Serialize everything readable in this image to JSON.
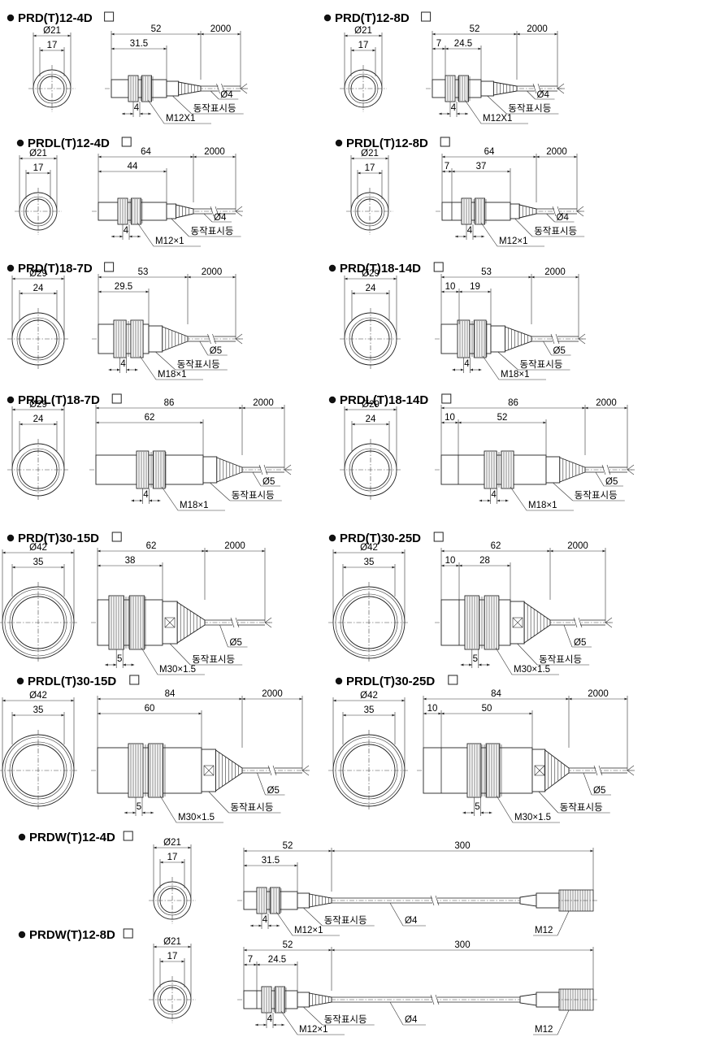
{
  "sections": [
    {
      "title": "PRD(T)12-4D",
      "circle": {
        "outer": "Ø21",
        "inner": "17"
      },
      "dims": {
        "total": "52",
        "body": "31.5",
        "cable": "2000"
      },
      "notes": {
        "dia": "Ø4",
        "led": "동작표시등",
        "thread": "M12X1",
        "nut": "4"
      }
    },
    {
      "title": "PRD(T)12-8D",
      "circle": {
        "outer": "Ø21",
        "inner": "17"
      },
      "dims": {
        "total": "52",
        "body": "24.5",
        "off": "7",
        "cable": "2000"
      },
      "notes": {
        "dia": "Ø4",
        "led": "동작표시등",
        "thread": "M12X1",
        "nut": "4"
      }
    },
    {
      "title": "PRDL(T)12-4D",
      "circle": {
        "outer": "Ø21",
        "inner": "17"
      },
      "dims": {
        "total": "64",
        "body": "44",
        "cable": "2000"
      },
      "notes": {
        "dia": "Ø4",
        "led": "동작표시등",
        "thread": "M12×1",
        "nut": "4"
      }
    },
    {
      "title": "PRDL(T)12-8D",
      "circle": {
        "outer": "Ø21",
        "inner": "17"
      },
      "dims": {
        "total": "64",
        "body": "37",
        "off": "7",
        "cable": "2000"
      },
      "notes": {
        "dia": "Ø4",
        "led": "동작표시등",
        "thread": "M12×1",
        "nut": "4"
      }
    },
    {
      "title": "PRD(T)18-7D",
      "circle": {
        "outer": "Ø29",
        "inner": "24"
      },
      "dims": {
        "total": "53",
        "body": "29.5",
        "cable": "2000"
      },
      "notes": {
        "dia": "Ø5",
        "led": "동작표시등",
        "thread": "M18×1",
        "nut": "4"
      }
    },
    {
      "title": "PRD(T)18-14D",
      "circle": {
        "outer": "Ø29",
        "inner": "24"
      },
      "dims": {
        "total": "53",
        "body": "19",
        "off": "10",
        "cable": "2000"
      },
      "notes": {
        "dia": "Ø5",
        "led": "동작표시등",
        "thread": "M18×1",
        "nut": "4"
      }
    },
    {
      "title": "PRDL(T)18-7D",
      "circle": {
        "outer": "Ø29",
        "inner": "24"
      },
      "dims": {
        "total": "86",
        "body": "62",
        "cable": "2000"
      },
      "notes": {
        "dia": "Ø5",
        "led": "동작표시등",
        "thread": "M18×1",
        "nut": "4"
      }
    },
    {
      "title": "PRDL(T)18-14D",
      "circle": {
        "outer": "Ø29",
        "inner": "24"
      },
      "dims": {
        "total": "86",
        "body": "52",
        "off": "10",
        "cable": "2000"
      },
      "notes": {
        "dia": "Ø5",
        "led": "동작표시등",
        "thread": "M18×1",
        "nut": "4"
      }
    },
    {
      "title": "PRD(T)30-15D",
      "circle": {
        "outer": "Ø42",
        "inner": "35"
      },
      "dims": {
        "total": "62",
        "body": "38",
        "cable": "2000"
      },
      "notes": {
        "dia": "Ø5",
        "led": "동작표시등",
        "thread": "M30×1.5",
        "nut": "5"
      }
    },
    {
      "title": "PRD(T)30-25D",
      "circle": {
        "outer": "Ø42",
        "inner": "35"
      },
      "dims": {
        "total": "62",
        "body": "28",
        "off": "10",
        "cable": "2000"
      },
      "notes": {
        "dia": "Ø5",
        "led": "동작표시등",
        "thread": "M30×1.5",
        "nut": "5"
      }
    },
    {
      "title": "PRDL(T)30-15D",
      "circle": {
        "outer": "Ø42",
        "inner": "35"
      },
      "dims": {
        "total": "84",
        "body": "60",
        "cable": "2000"
      },
      "notes": {
        "dia": "Ø5",
        "led": "동작표시등",
        "thread": "M30×1.5",
        "nut": "5"
      }
    },
    {
      "title": "PRDL(T)30-25D",
      "circle": {
        "outer": "Ø42",
        "inner": "35"
      },
      "dims": {
        "total": "84",
        "body": "50",
        "off": "10",
        "cable": "2000"
      },
      "notes": {
        "dia": "Ø5",
        "led": "동작표시등",
        "thread": "M30×1.5",
        "nut": "5"
      }
    },
    {
      "title": "PRDW(T)12-4D",
      "circle": {
        "outer": "Ø21",
        "inner": "17"
      },
      "dims": {
        "total": "52",
        "body": "31.5",
        "cable": "300"
      },
      "notes": {
        "dia": "Ø4",
        "led": "동작표시등",
        "thread": "M12×1",
        "nut": "4",
        "conn": "M12"
      }
    },
    {
      "title": "PRDW(T)12-8D",
      "circle": {
        "outer": "Ø21",
        "inner": "17"
      },
      "dims": {
        "total": "52",
        "body": "24.5",
        "off": "7",
        "cable": "300"
      },
      "notes": {
        "dia": "Ø4",
        "led": "동작표시등",
        "thread": "M12×1",
        "nut": "4",
        "conn": "M12"
      }
    }
  ]
}
